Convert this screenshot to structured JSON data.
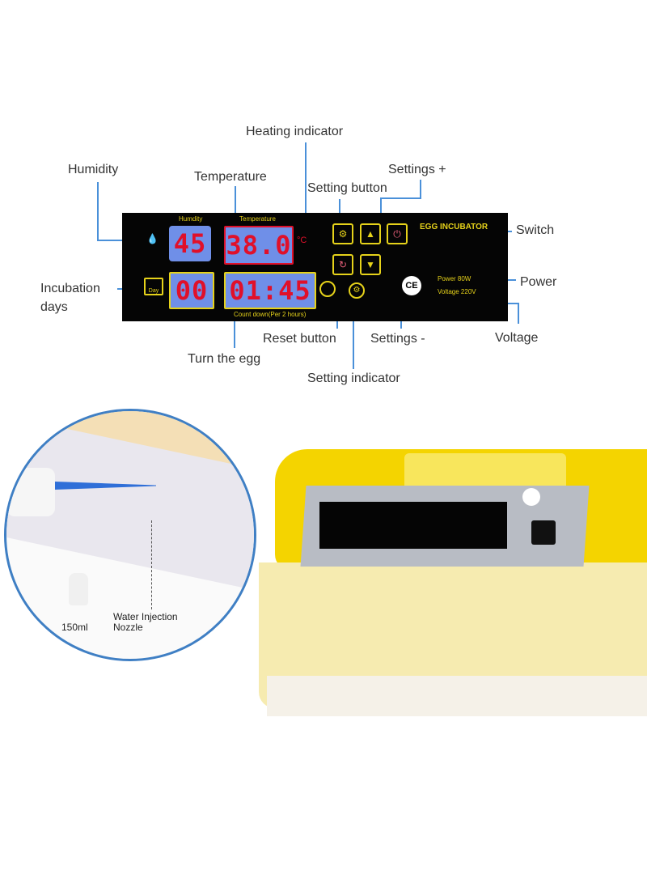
{
  "labels": {
    "heating_indicator": "Heating indicator",
    "humidity": "Humidity",
    "temperature": "Temperature",
    "setting_button": "Setting button",
    "settings_plus": "Settings +",
    "switch": "Switch",
    "power": "Power",
    "incubation_days_1": "Incubation",
    "incubation_days_2": "days",
    "voltage": "Voltage",
    "reset_button": "Reset button",
    "settings_minus": "Settings -",
    "turn_the_egg": "Turn the egg",
    "setting_indicator": "Setting indicator"
  },
  "panel": {
    "humidity_caption": "Humdity",
    "temperature_caption": "Temperature",
    "humidity_value": "45",
    "temperature_value": "38.0",
    "temp_unit": "°C",
    "days_value": "00",
    "day_icon_text": "Day",
    "countdown_value": "01:45",
    "countdown_caption": "Count down(Per 2 hours)",
    "brand": "EGG INCUBATOR",
    "power_text": "Power 80W",
    "voltage_text": "Voltage 220V",
    "ce_mark": "CE"
  },
  "inset": {
    "nozzle_label_1": "Water Injection",
    "nozzle_label_2": "Nozzle",
    "bottle_volume": "150ml"
  },
  "colors": {
    "callout_line": "#4a90d9",
    "display_bg": "#6f8fe8",
    "segment_red": "#e0102a",
    "button_border": "#e6d21a",
    "incubator_yellow": "#f4d400"
  }
}
